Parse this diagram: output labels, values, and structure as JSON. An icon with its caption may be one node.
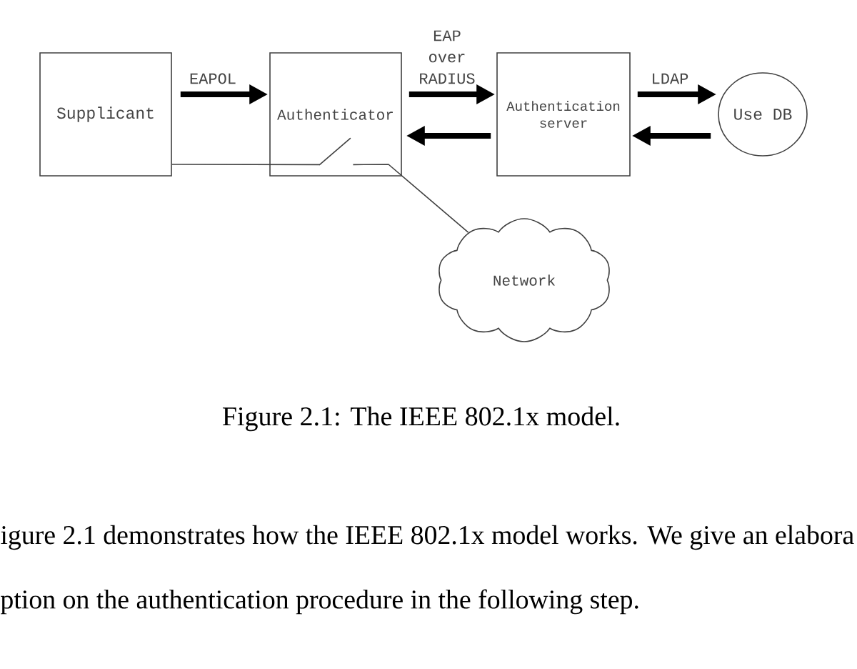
{
  "diagram": {
    "caption": "Figure 2.1: The IEEE 802.1x model.",
    "nodes": [
      {
        "text": [
          "Supplicant"
        ]
      },
      {
        "text": [
          "Authenticator"
        ]
      },
      {
        "text": [],
        "shape": "switch",
        "in": 1
      },
      {
        "text": [
          "Authentication server"
        ]
      },
      {
        "text": [
          "Use DB"
        ]
      },
      {
        "text": [
          "Network"
        ]
      }
    ],
    "edges": [
      {
        "from": 0,
        "to": 1,
        "arrow": "to",
        "label": "EAPOL"
      },
      {
        "from": 1,
        "to": 3,
        "arrow": "to",
        "label": "EAP over RADIUS"
      },
      {
        "from": 3,
        "to": 1,
        "arrow": "to"
      },
      {
        "from": 3,
        "to": 4,
        "arrow": "to",
        "label": "LDAP"
      },
      {
        "from": 4,
        "to": 3,
        "arrow": "to"
      },
      {
        "from": 0,
        "to": 2,
        "arrow": "none"
      },
      {
        "from": 2,
        "to": 5,
        "arrow": "none"
      }
    ],
    "labels": [
      "igure 2.1 demonstrates how the IEEE 802.1x model works. We give an elabora",
      "ption on the authentication procedure in the following step."
    ]
  }
}
